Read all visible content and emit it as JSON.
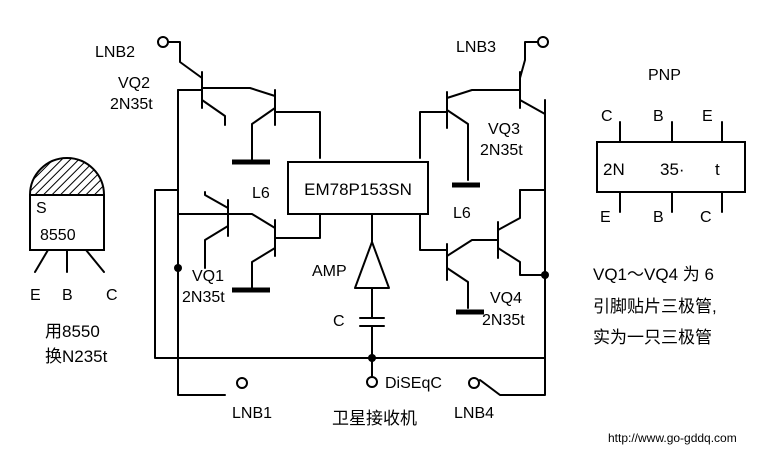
{
  "labels": {
    "lnb2": "LNB2",
    "lnb3": "LNB3",
    "lnb1": "LNB1",
    "lnb4": "LNB4",
    "vq1": "VQ1",
    "vq2": "VQ2",
    "vq3": "VQ3",
    "vq4": "VQ4",
    "part_vq1": "2N35t",
    "part_vq2": "2N35t",
    "part_vq3": "2N35t",
    "part_vq4": "2N35t",
    "l6_left": "L6",
    "l6_right": "L6",
    "ic": "EM78P153SN",
    "amp": "AMP",
    "cap": "C",
    "diseqc": "DiSEqC",
    "receiver": "卫星接收机",
    "s8550_s": "S",
    "s8550_num": "8550",
    "pin_e": "E",
    "pin_b": "B",
    "pin_c": "C",
    "replace_1": "用8550",
    "replace_2": "换N235t",
    "pnp": "PNP",
    "pkg_top_c": "C",
    "pkg_top_b": "B",
    "pkg_top_e": "E",
    "pkg_body_2n": "2N",
    "pkg_body_35": "35·",
    "pkg_body_t": "t",
    "pkg_bot_e": "E",
    "pkg_bot_b": "B",
    "pkg_bot_c": "C",
    "note_1": "VQ1～VQ4 为 6",
    "note_2": "引脚贴片三极管,",
    "note_3": "实为一只三极管",
    "url": "http://www.go-gddq.com"
  }
}
